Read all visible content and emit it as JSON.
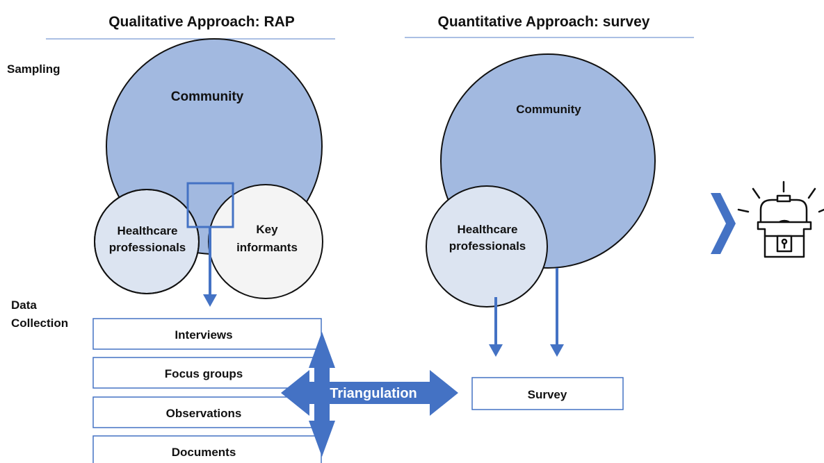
{
  "headers": {
    "qualitative": "Qualitative Approach: RAP",
    "quantitative": "Quantitative Approach: survey"
  },
  "row_labels": {
    "sampling": "Sampling",
    "data_collection_line1": "Data",
    "data_collection_line2": "Collection"
  },
  "qualitative": {
    "community": "Community",
    "healthcare_line1": "Healthcare",
    "healthcare_line2": "professionals",
    "key_line1": "Key",
    "key_line2": "informants",
    "methods": [
      "Interviews",
      "Focus groups",
      "Observations",
      "Documents"
    ]
  },
  "quantitative": {
    "community": "Community",
    "healthcare_line1": "Healthcare",
    "healthcare_line2": "professionals",
    "survey": "Survey"
  },
  "triangulation": "Triangulation",
  "icons": {
    "chevron": "chevron-right-icon",
    "treasure": "treasure-chest-icon"
  },
  "colors": {
    "community_fill": "#a2b9e0",
    "healthcare_fill": "#dce4f1",
    "key_fill": "#f4f4f4",
    "accent_blue": "#4472c4",
    "rule_blue": "#8eaadb"
  }
}
